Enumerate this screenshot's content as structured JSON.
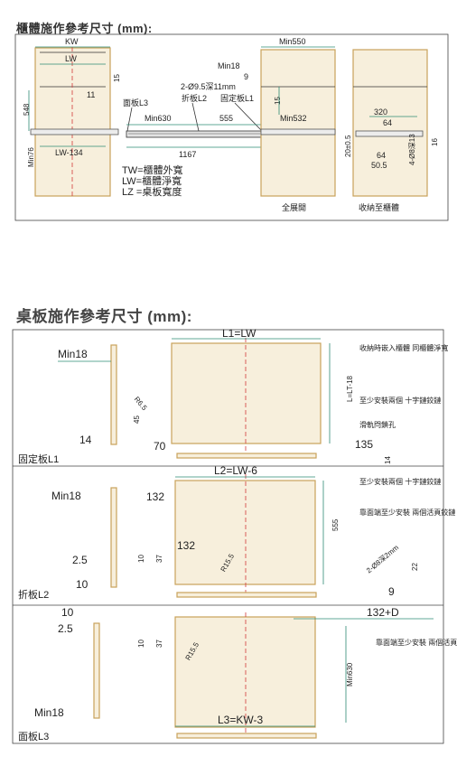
{
  "top": {
    "title": "櫃體施作參考尺寸 (mm):",
    "labels": {
      "kw": "KW",
      "lw": "LW",
      "d15a": "15",
      "d11": "11",
      "d548": "548",
      "min76": "Min76",
      "lw134": "LW-134",
      "panel_l3": "面板L3",
      "fold_l2": "折板L2",
      "fixed_l1": "固定板L1",
      "min550": "Min550",
      "min18": "Min18",
      "d9": "9",
      "hole": "2-Ø9.5深11mm",
      "d15b": "15",
      "min630": "Min630",
      "d555": "555",
      "min532": "Min532",
      "d1167": "1167",
      "tw_def": "TW=櫃體外寬",
      "lw_def": "LW=櫃體淨寬",
      "lz_def": "LZ =桌板寬度",
      "full_open": "全展開",
      "stow": "收納至櫃體",
      "d320": "320",
      "d64a": "64",
      "d64b": "64",
      "d505": "50.5",
      "d20": "20±0.5",
      "hole2": "4-Ø8深13",
      "d16": "16"
    }
  },
  "bottom": {
    "title": "桌板施作參考尺寸 (mm):",
    "p1": {
      "name": "固定板L1",
      "min18": "Min18",
      "d14": "14",
      "r": "R6.5",
      "d45": "45",
      "d70": "70",
      "d135": "135",
      "dim": "L1=LW",
      "lt": "L=LT-18",
      "d14b": "14",
      "note1": "收納時嵌入櫃體\n同櫃體淨寬",
      "note2": "至少安裝兩個\n十字鏈鉸鏈",
      "note3": "滑軌閂鎖孔"
    },
    "p2": {
      "name": "折板L2",
      "min18": "Min18",
      "d25": "2.5",
      "d10": "10",
      "d132a": "132",
      "d132b": "132",
      "d10b": "10",
      "d37": "37",
      "r": "R15.5",
      "dim": "L2=LW-6",
      "d555": "555",
      "hole": "2-Ø8深2mm",
      "d22": "22",
      "d9": "9",
      "note1": "至少安裝兩個\n十字鏈鉸鏈",
      "note2": "靠面端至少安裝\n兩個活頁鉸鏈"
    },
    "p3": {
      "name": "面板L3",
      "d10": "10",
      "d25": "2.5",
      "min18": "Min18",
      "d10b": "10",
      "d37": "37",
      "r": "R15.5",
      "dim": "132+D",
      "min630": "Min630",
      "dimw": "L3=KW-3",
      "note1": "靠面端至少安裝\n兩個活頁鉸鏈"
    }
  }
}
